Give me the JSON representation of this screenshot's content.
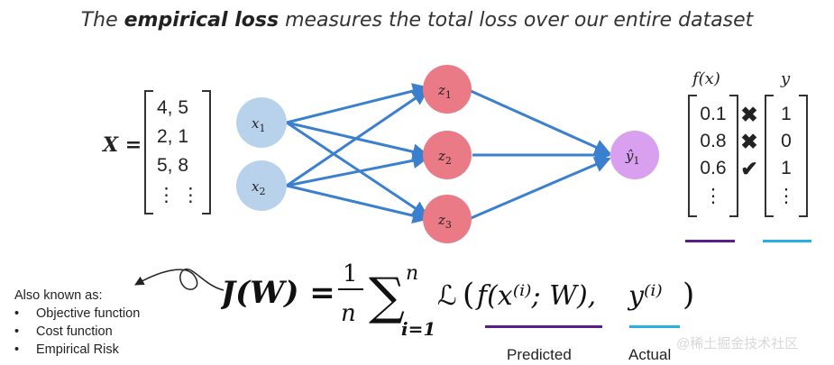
{
  "title": {
    "pre": "The ",
    "bold": "empirical loss",
    "post": " measures the total loss over our entire dataset"
  },
  "x_matrix": {
    "label": "X =",
    "rows": [
      "4,   5",
      "2,   1",
      "5,   8",
      "⋮     ⋮"
    ]
  },
  "network": {
    "inputs": [
      {
        "label": "x",
        "sub": "1"
      },
      {
        "label": "x",
        "sub": "2"
      }
    ],
    "hidden": [
      {
        "label": "z",
        "sub": "1"
      },
      {
        "label": "z",
        "sub": "2"
      },
      {
        "label": "z",
        "sub": "3"
      }
    ],
    "output": {
      "label": "ŷ",
      "sub": "1"
    },
    "colors": {
      "input": "#b9d2ec",
      "hidden": "#e97a86",
      "output": "#d9a0ef",
      "edge": "#3b80cf"
    }
  },
  "fx_column": {
    "header": "f(x)",
    "values": [
      "0.1",
      "0.8",
      "0.6",
      "⋮"
    ],
    "underline_color": "#5b1e86"
  },
  "marks": [
    "✖",
    "✖",
    "✔"
  ],
  "y_column": {
    "header": "y",
    "values": [
      "1",
      "0",
      "1",
      "⋮"
    ],
    "underline_color": "#26b0e3"
  },
  "formula": {
    "lhs": "J(W) =",
    "frac_num": "1",
    "frac_den": "n",
    "sum_upper": "n",
    "sum_lower": "i=1",
    "loss_symbol": "ℒ",
    "pred": "f(x⁽ⁱ⁾; W),",
    "actual": "y⁽ⁱ⁾",
    "close": ")"
  },
  "also_known": {
    "heading": "Also known as:",
    "items": [
      "Objective function",
      "Cost function",
      "Empirical Risk"
    ]
  },
  "labels": {
    "predicted": "Predicted",
    "actual": "Actual"
  },
  "watermark": "@稀土掘金技术社区"
}
